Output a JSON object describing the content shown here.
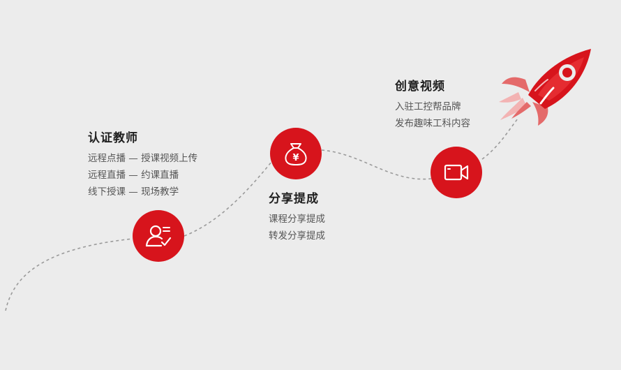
{
  "steps": [
    {
      "title": "认证教师",
      "icon": "teacher-certificate-icon",
      "lines": [
        "远程点播 — 授课视频上传",
        "远程直播 — 约课直播",
        "线下授课 — 现场教学"
      ]
    },
    {
      "title": "分享提成",
      "icon": "money-bag-icon",
      "lines": [
        "课程分享提成",
        "转发分享提成"
      ]
    },
    {
      "title": "创意视频",
      "icon": "video-camera-icon",
      "lines": [
        "入驻工控帮品牌",
        "发布趣味工科内容"
      ]
    }
  ],
  "colors": {
    "accent": "#d7141c",
    "background": "#ececec",
    "path": "#9a9a9a",
    "title": "#1f1f1f",
    "text": "#555555"
  },
  "decoration": {
    "rocket_icon": "rocket-icon"
  }
}
